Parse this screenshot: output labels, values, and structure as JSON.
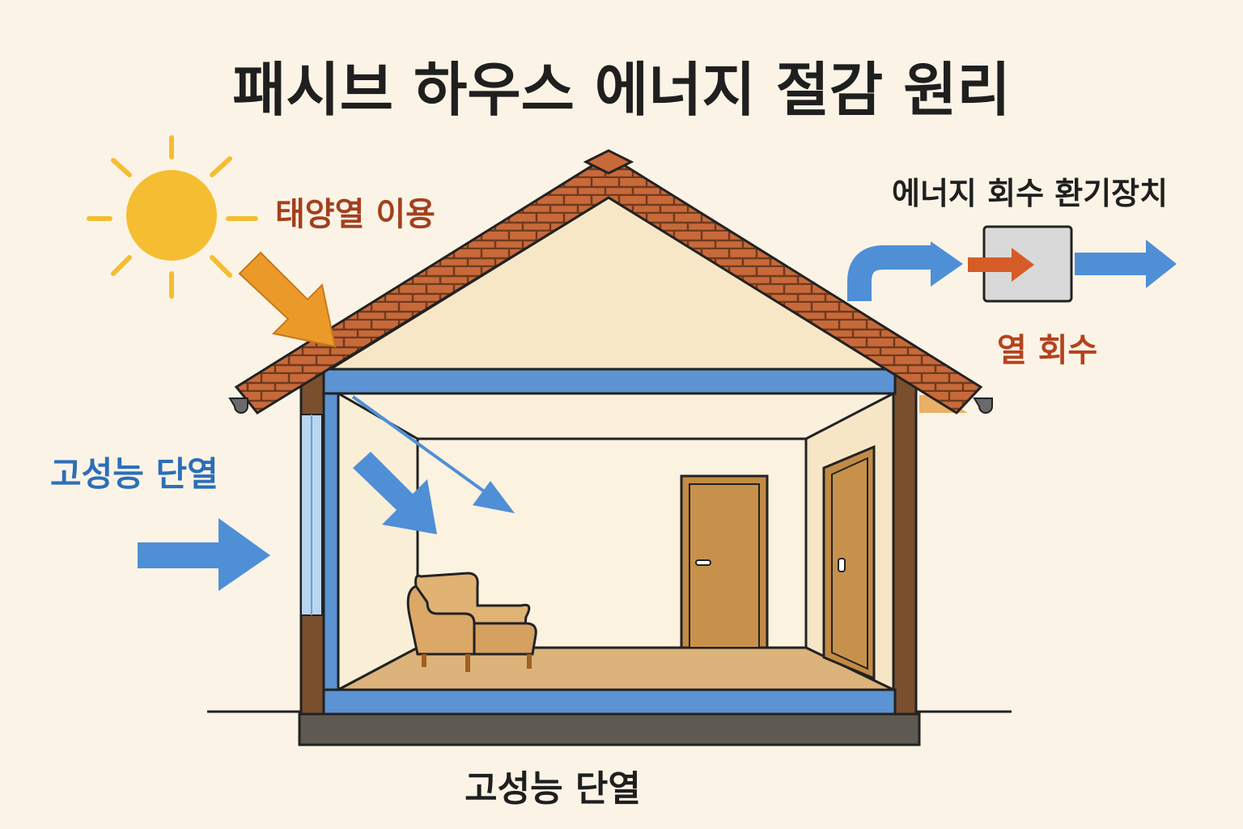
{
  "title": "패시브 하우스 에너지 절감 원리",
  "labels": {
    "solar": "태양열 이용",
    "erv": "에너지 회수 환기장치",
    "heat_recovery": "열 회수",
    "insulation_side": "고성능 단열",
    "insulation_bottom": "고성능 단열"
  },
  "colors": {
    "background": "#fbf4e6",
    "roof_tile": "#c8693a",
    "frame": "#7a4f2e",
    "insulation": "#5b93d3",
    "sun": "#f5bd32",
    "solar_arrow": "#eb9a2a",
    "solar_text": "#a3401f",
    "heat_text": "#b5421e",
    "insulation_text": "#2c6fb8",
    "door": "#c18a45",
    "foundation": "#5f5a51"
  },
  "icons": [
    "sun-icon",
    "armchair-icon",
    "door-icon",
    "ventilation-unit-icon"
  ]
}
